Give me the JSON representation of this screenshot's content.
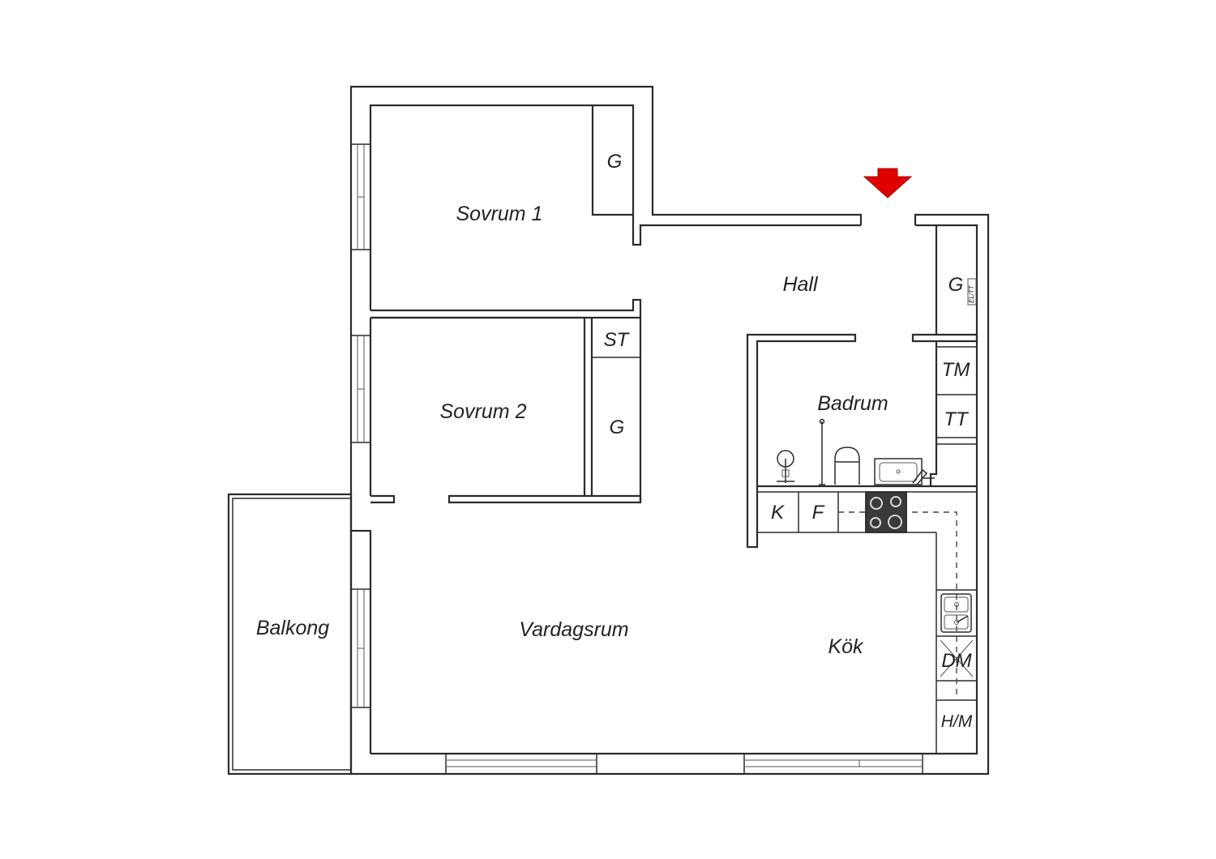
{
  "plan": {
    "rooms": {
      "sovrum1": "Sovrum 1",
      "sovrum2": "Sovrum 2",
      "hall": "Hall",
      "badrum": "Badrum",
      "vardagsrum": "Vardagsrum",
      "kok": "Kök",
      "balkong": "Balkong"
    },
    "fixtures": {
      "g_sovrum1": "G",
      "g_sovrum2": "G",
      "st": "ST",
      "g_hall": "G",
      "tm": "TM",
      "tt": "TT",
      "k": "K",
      "f": "F",
      "dm": "DM",
      "hm": "H/M",
      "el_panel": "EL/TT"
    },
    "entrance_marker_color": "#e10000",
    "entrance_marker_icon": "arrow-down-icon"
  }
}
